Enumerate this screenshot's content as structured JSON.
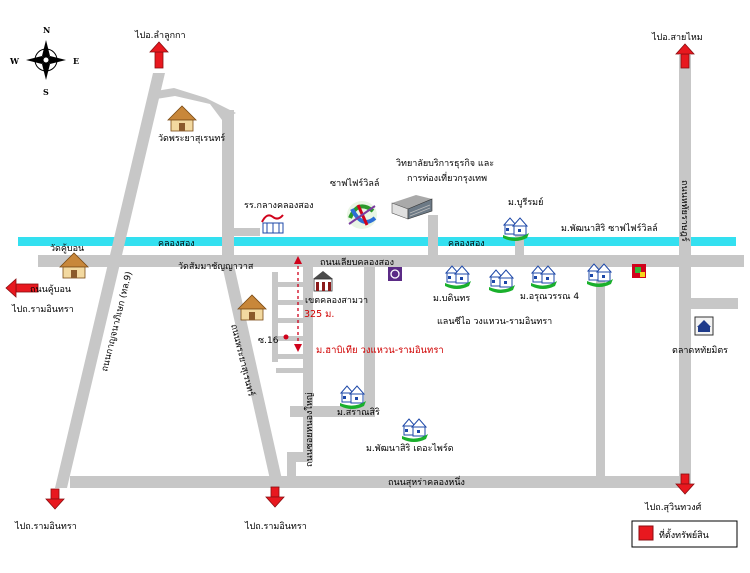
{
  "compass": {
    "n": "N",
    "s": "S",
    "e": "E",
    "w": "W"
  },
  "labels": {
    "to_lamlukka": "ไปอ.ลำลูกกา",
    "to_saimai": "ไปอ.สายไหม",
    "to_ramintra_left": "ไปถ.รามอินทรา",
    "to_ramintra_bottom_left": "ไปถ.รามอินทรา",
    "to_ramintra_bottom_mid": "ไปถ.รามอินทรา",
    "to_suwinthawong": "ไปถ.สุวินทวงศ์",
    "road_kubon": "ถนนคู้บอน",
    "road_kanchanaphisek": "ถนนกาญจนาภิเษก (ทล.9)",
    "road_phraya_suren": "ถนนพระยาสุเรนทร์",
    "road_liap_khlong_song": "ถนนเลียบคลองสอง",
    "road_suha_khlong_nueng": "ถนนสุหร่าคลองหนึ่ง",
    "road_hathai_rat": "ถนนหทัยราษฎร์",
    "road_soi": "ถนนซอยหนองใหญ่",
    "khlong_song_1": "คลองสอง",
    "khlong_song_2": "คลองสอง",
    "wat_kubon": "วัดคู้บอน",
    "wat_phraya_suren": "วัดพระยาสุเรนทร์",
    "wat_samakkhi": "วัดสัมมาชัญญาวาส",
    "school": "รร.กลางคลองสอง",
    "sapphire_ville_top": "ซาฟไฟร์วิลล์",
    "college_1": "วิทยาลัยบริการธุรกิจ และ",
    "college_2": "การท่องเที่ยวกรุงเทพ",
    "baanrom": "ม.บูรีรมย์",
    "pattana_sapphire": "ม.พัฒนาสิริ ซาฟไฟร์วิลล์",
    "district": "เขตคลองสามวา",
    "distance": "325 ม.",
    "soi16": "ซ.16",
    "property_title": "ม.ฮาบิเทีย วงแหวน-รามอินทรา",
    "bandinthorn": "ม.บดินทร",
    "arunwan": "ม.อรุณวรรณ 4",
    "landsea": "แลนซีไอ วงแหวน-รามอินทรา",
    "saransiri": "ม.สราณสิริ",
    "pattana_thecraft": "ม.พัฒนาสิริ เดอะไพร์ด",
    "market": "ตลาดหทัยมิตร",
    "legend": "ที่ตั้งทรัพย์สิน"
  },
  "colors": {
    "road": "#c7c7c7",
    "canal": "#33e0f0",
    "arrow": "#e8181f",
    "property": "#d0021b"
  }
}
